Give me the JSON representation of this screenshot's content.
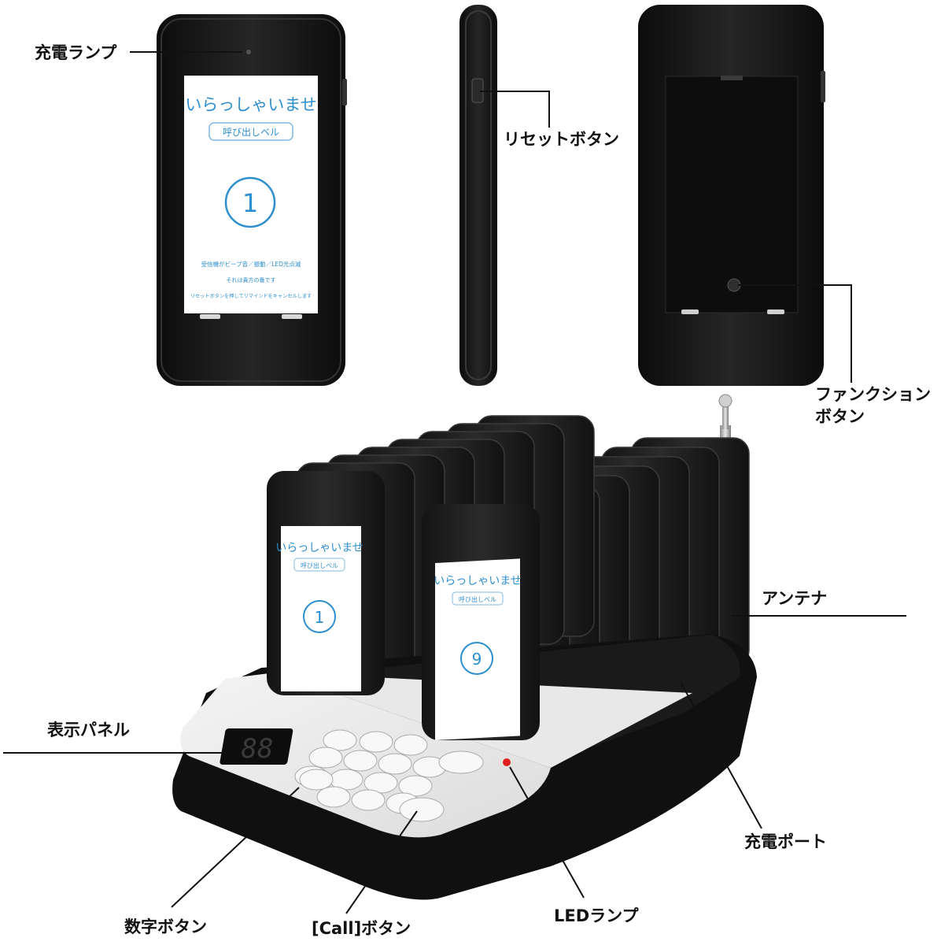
{
  "labels": {
    "charging_lamp": "充電ランプ",
    "reset_button": "リセットボタン",
    "function_button_line1": "ファンクション",
    "function_button_line2": "ボタン",
    "antenna": "アンテナ",
    "display_panel": "表示パネル",
    "charging_port": "充電ポート",
    "number_buttons": "数字ボタン",
    "call_button": "[Call]ボタン",
    "led_lamp": "LEDランプ"
  },
  "pager_screen": {
    "welcome": "いらっしゃいませ",
    "call_bell": "呼び出しベル",
    "number": "1",
    "info_line1": "受信機がビープ音／振動／LED光点滅",
    "info_line2": "それは貴方の番です",
    "info_line3": "リセットボタンを押してリマインドをキャンセルします"
  },
  "dock_pagers": {
    "front_left_number": "1",
    "front_right_number": "9"
  },
  "segment_display": "88",
  "colors": {
    "device_body": "#1c1c1c",
    "screen_text": "#2e8fcf",
    "led": "#e02020"
  }
}
